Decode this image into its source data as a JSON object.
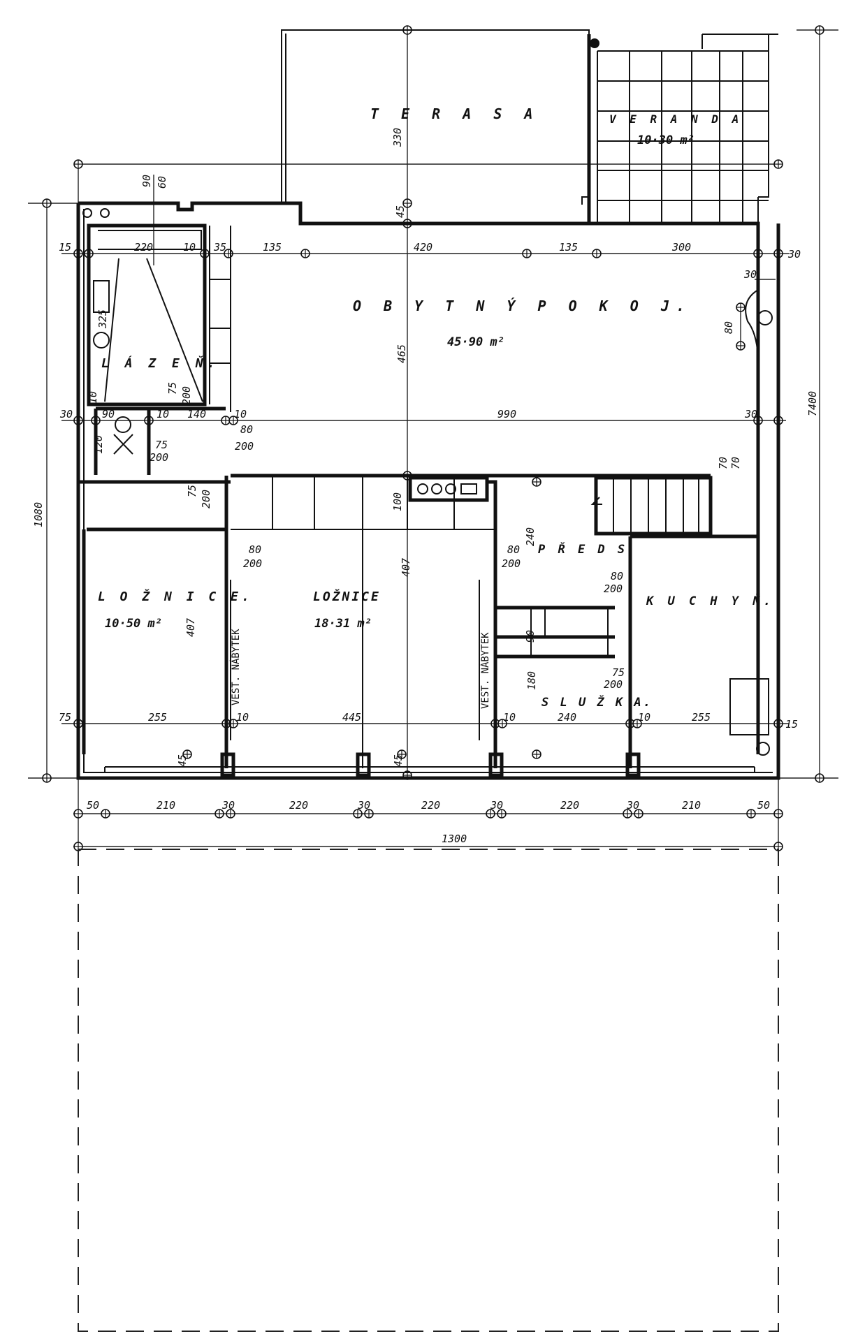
{
  "rooms": {
    "terasa": "T E R A S A",
    "veranda": "V E R A N D A",
    "veranda_area": "10·30 m²",
    "obytny_pokoj": "O B Y T N Ý   P O K O J.",
    "obytny_area": "45·90 m²",
    "lazen": "L Á Z E Ň.",
    "loznice1": "L O Ž N I C E.",
    "loznice1_area": "10·50 m²",
    "loznice2": "LOŽNICE",
    "loznice2_area": "18·31 m²",
    "predsin": "P Ř E D S.",
    "kuchyn": "K U C H Y Ň.",
    "sluzka": "S L U Ž K A.",
    "vest_nabytek_1": "VEST. NÁBYTEK",
    "vest_nabytek_2": "VEST. NÁBYTEK"
  },
  "dims": {
    "top": [
      "330",
      "90",
      "60",
      "45"
    ],
    "row1": [
      "15",
      "220",
      "10",
      "35",
      "135",
      "420",
      "135",
      "300",
      "30"
    ],
    "living": [
      "30",
      "80",
      "465",
      "325",
      "75",
      "200",
      "10"
    ],
    "row2": [
      "30",
      "90",
      "10",
      "140",
      "10",
      "990",
      "30"
    ],
    "doors": [
      "80",
      "200",
      "75",
      "200",
      "120",
      "70",
      "70",
      "75",
      "200",
      "100",
      "240",
      "80",
      "200",
      "80",
      "200",
      "80",
      "200",
      "75",
      "200",
      "407",
      "407",
      "90",
      "180"
    ],
    "overall_left": "1080",
    "overall_right": "7400",
    "row3": [
      "75",
      "255",
      "10",
      "445",
      "10",
      "240",
      "10",
      "255",
      "15"
    ],
    "sill": [
      "45",
      "45"
    ],
    "row4": [
      "50",
      "210",
      "30",
      "220",
      "30",
      "220",
      "30",
      "220",
      "30",
      "210",
      "50"
    ],
    "total": "1300"
  }
}
